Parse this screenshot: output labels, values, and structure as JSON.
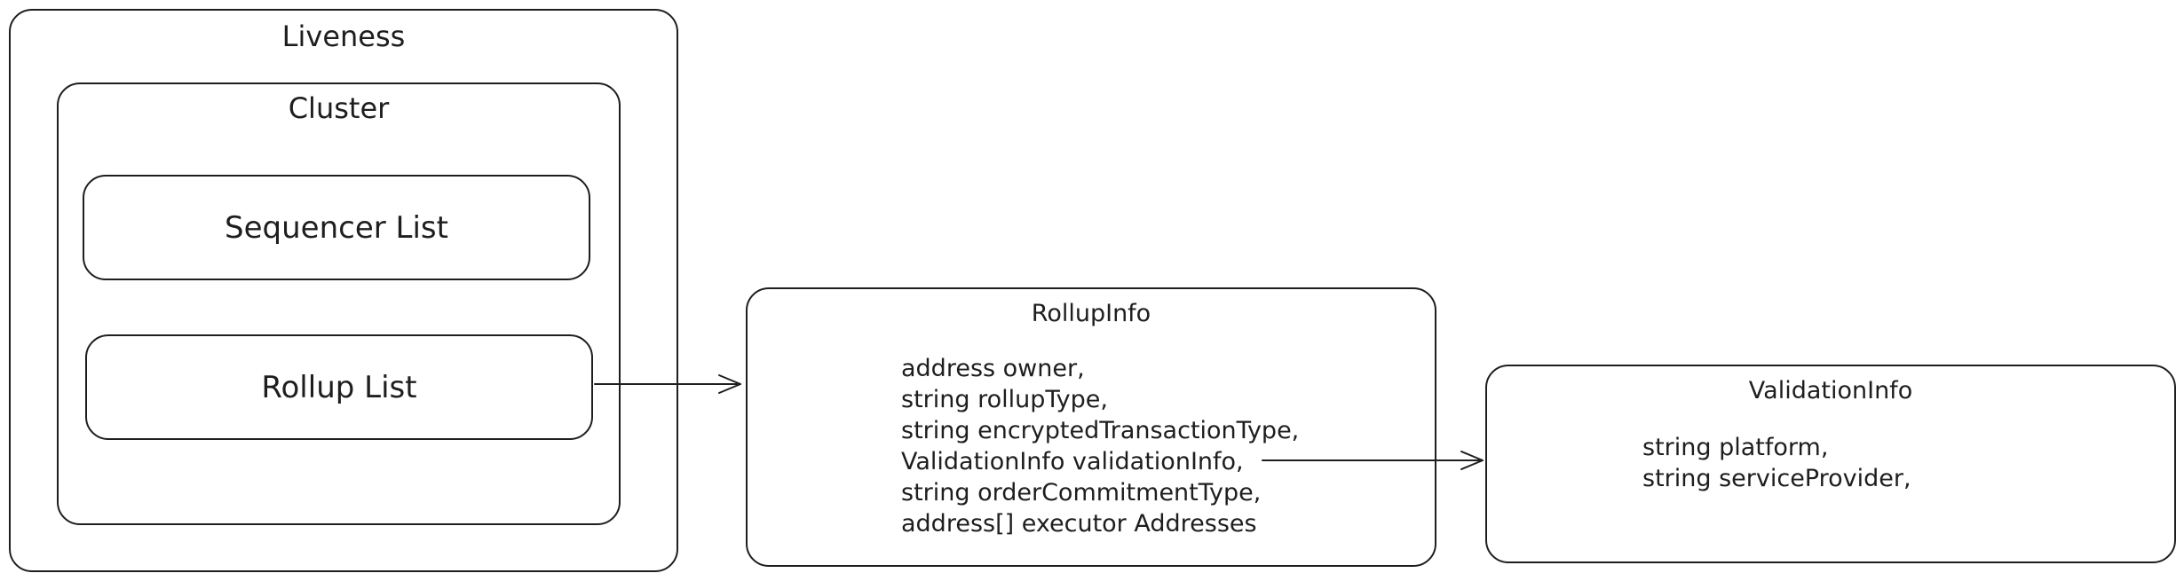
{
  "liveness": {
    "title": "Liveness",
    "cluster": {
      "title": "Cluster",
      "sequencer_list": "Sequencer List",
      "rollup_list": "Rollup List"
    }
  },
  "rollup_info": {
    "title": "RollupInfo",
    "fields": [
      "address owner,",
      "string rollupType,",
      "string encryptedTransactionType,",
      "ValidationInfo validationInfo,",
      "string orderCommitmentType,",
      "address[] executor Addresses"
    ]
  },
  "validation_info": {
    "title": "ValidationInfo",
    "fields": [
      "string platform,",
      "string serviceProvider,"
    ]
  },
  "colors": {
    "stroke": "#1e1e1e",
    "background": "#ffffff"
  }
}
